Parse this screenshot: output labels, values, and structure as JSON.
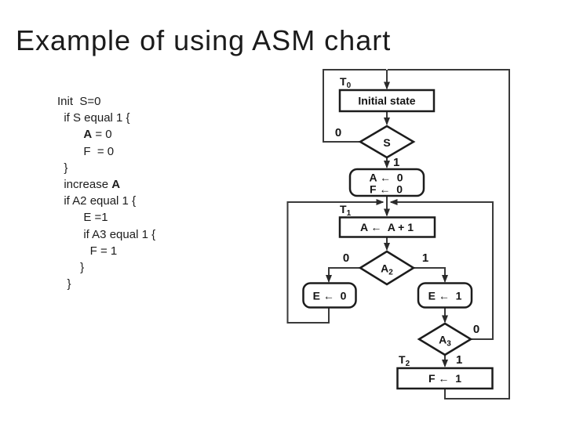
{
  "title": "Example of using ASM chart",
  "code": {
    "lines": [
      {
        "segments": [
          {
            "t": "Init  S=0",
            "b": false
          }
        ]
      },
      {
        "segments": [
          {
            "t": "  if S equal 1 {",
            "b": false
          }
        ]
      },
      {
        "segments": [
          {
            "t": "        ",
            "b": false
          },
          {
            "t": "A",
            "b": true
          },
          {
            "t": " = 0",
            "b": false
          }
        ]
      },
      {
        "segments": [
          {
            "t": "        F  = 0",
            "b": false
          }
        ]
      },
      {
        "segments": [
          {
            "t": "  }",
            "b": false
          }
        ]
      },
      {
        "segments": [
          {
            "t": "  increase ",
            "b": false
          },
          {
            "t": "A",
            "b": true
          }
        ]
      },
      {
        "segments": [
          {
            "t": "  if A2 equal 1 {",
            "b": false
          }
        ]
      },
      {
        "segments": [
          {
            "t": "        E =1",
            "b": false
          }
        ]
      },
      {
        "segments": [
          {
            "t": "        if A3 equal 1 {",
            "b": false
          }
        ]
      },
      {
        "segments": [
          {
            "t": "          F = 1",
            "b": false
          }
        ]
      },
      {
        "segments": [
          {
            "t": "       }",
            "b": false
          }
        ]
      },
      {
        "segments": [
          {
            "t": "   }",
            "b": false
          }
        ]
      }
    ]
  },
  "flowchart": {
    "t0": {
      "base": "T",
      "sub": "0"
    },
    "t1": {
      "base": "T",
      "sub": "1"
    },
    "t2": {
      "base": "T",
      "sub": "2"
    },
    "decision_s": "S",
    "decision_a2": {
      "base": "A",
      "sub": "2"
    },
    "decision_a3": {
      "base": "A",
      "sub": "3"
    },
    "box_initial": "Initial state",
    "box_a0": "A ←  0",
    "box_f0": "F ←  0",
    "box_inc": "A ←  A + 1",
    "box_e0": "E ←  0",
    "box_e1": "E ←  1",
    "box_f1": "F ←  1",
    "branch": {
      "s0": "0",
      "s1": "1",
      "a20": "0",
      "a21": "1",
      "a30": "0",
      "a31": "1"
    },
    "wire_color": "#3a3a3a",
    "shape_border_color": "#1c1c1c"
  }
}
